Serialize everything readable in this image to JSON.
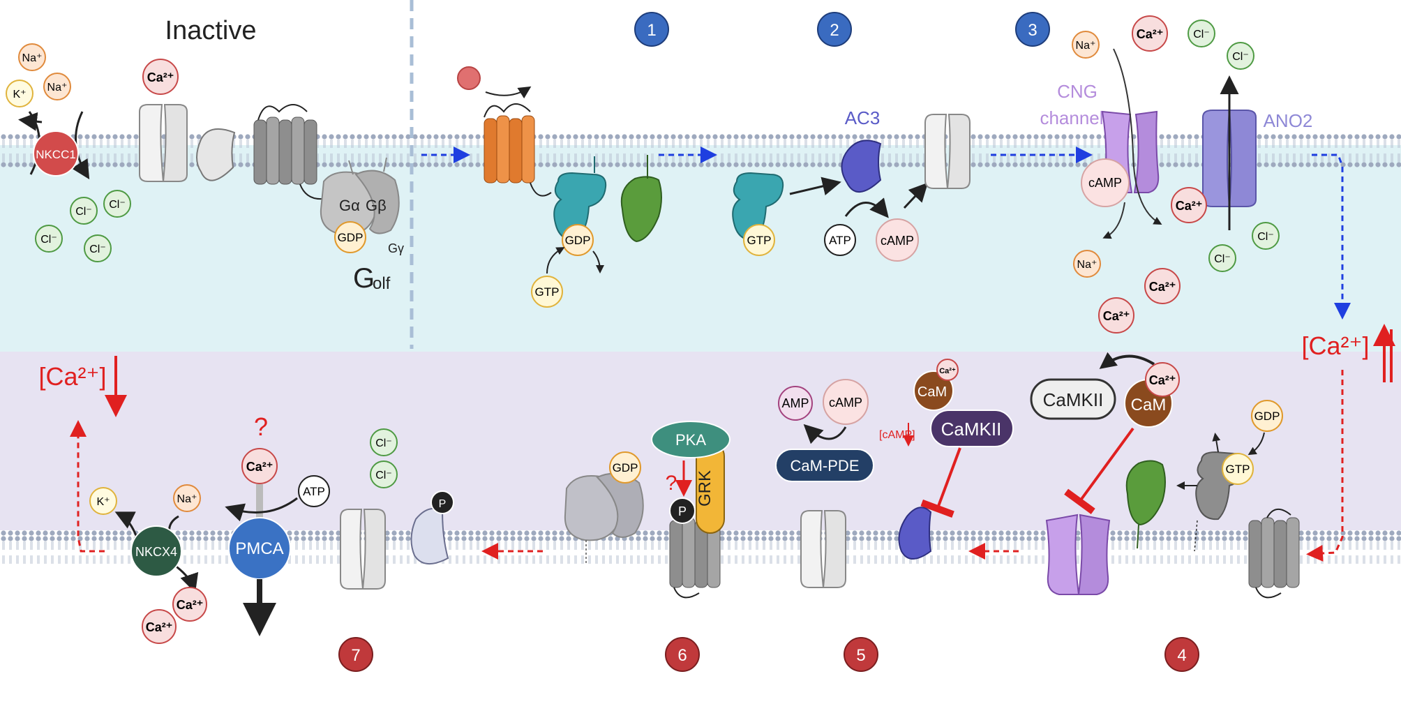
{
  "states": {
    "inactive": "Inactive"
  },
  "golf": {
    "g": "G",
    "sub": "olf"
  },
  "gprotein": {
    "alpha": "Gα",
    "beta": "Gβ",
    "gamma": "Gγ"
  },
  "steps_upper": [
    "1",
    "2",
    "3"
  ],
  "steps_lower": [
    "4",
    "5",
    "6",
    "7"
  ],
  "proteins": {
    "nkcc1": "NKCC1",
    "ac3": "AC3",
    "cng_line1": "CNG",
    "cng_line2": "channel",
    "ano2": "ANO2",
    "camkii_free": "CaMKII",
    "cam": "CaM",
    "cam_bound": "CaM",
    "camkii_bound": "CaMKII",
    "cam_pde": "CaM-PDE",
    "pka": "PKA",
    "grk": "GRK",
    "pmca": "PMCA",
    "nckx4": "NKCX4"
  },
  "molecules": {
    "gdp": "GDP",
    "gtp": "GTP",
    "atp": "ATP",
    "camp": "cAMP",
    "amp": "AMP",
    "p": "P",
    "question": "?"
  },
  "ions": {
    "na": "Na⁺",
    "k": "K⁺",
    "ca": "Ca²⁺",
    "cl": "Cl⁻"
  },
  "labels": {
    "ca_bracket": "[Ca²⁺]",
    "camp_bracket": "[cAMP]"
  },
  "colors": {
    "cilia_band": "#dff2f5",
    "intracellular_band": "#e7e3f2",
    "step_upper": "#3a6bc0",
    "step_lower": "#c0393b",
    "ac3": "#5a5bc7",
    "cng": "#b48cdc",
    "ano2": "#8e88d6",
    "golf": "#3aa6b0",
    "olfactory_receptor": "#e07a2e",
    "cam": "#8a4a1e",
    "camkii": "#4a3468",
    "cam_pde": "#233f66",
    "pka": "#3e8f7e",
    "grk": "#f2b637",
    "pmca": "#3a72c4",
    "nckx4": "#2d5a44",
    "nkcc1": "#d24b4b"
  }
}
